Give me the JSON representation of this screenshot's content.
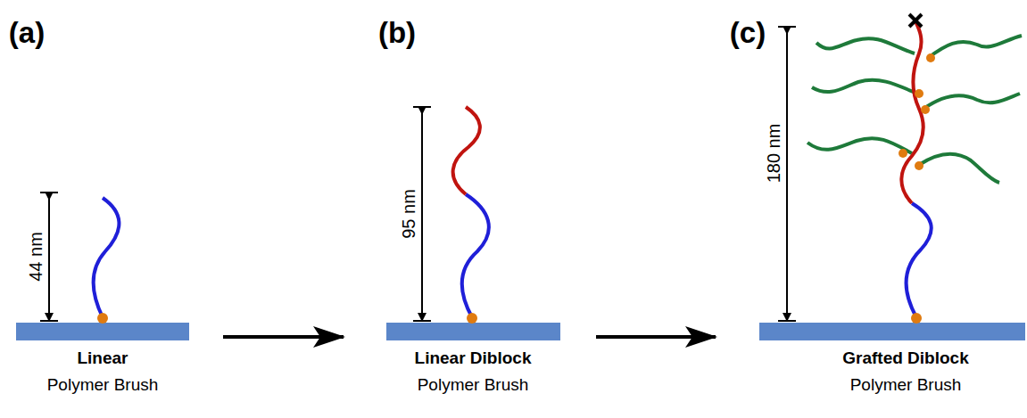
{
  "diagram": {
    "labels": [
      "(a)",
      "(b)",
      "(c)",
      "44 nm",
      "95 nm",
      "180 nm",
      "Linear",
      "Polymer Brush",
      "Linear Diblock",
      "Polymer Brush",
      "Grafted Diblock",
      "Polymer Brush"
    ]
  }
}
